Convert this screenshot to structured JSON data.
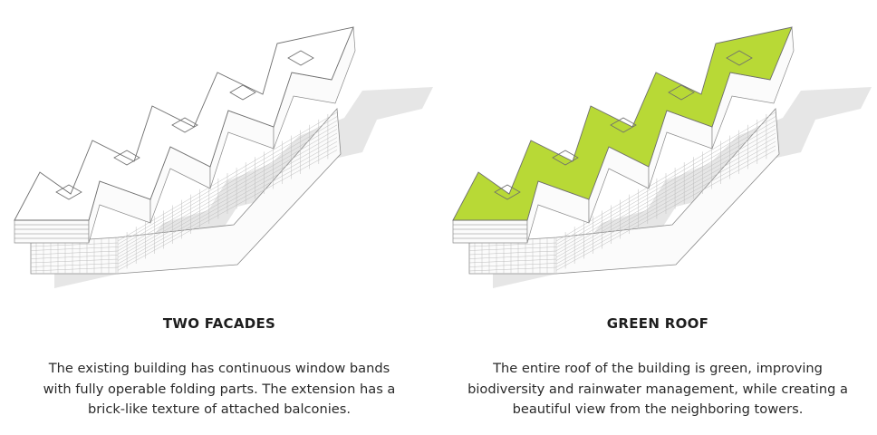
{
  "panels": [
    {
      "title": "TWO FACADES",
      "description": [
        "The existing building has continuous window bands",
        "with fully operable folding parts. The extension has a",
        "brick-like texture of attached balconies."
      ],
      "roof_color": "#ffffff"
    },
    {
      "title": "GREEN ROOF",
      "description": [
        "The entire roof of the building is green, improving",
        "biodiversity and rainwater management, while creating a",
        "beautiful view from the neighboring towers."
      ],
      "roof_color": "#b8d936"
    }
  ],
  "colors": {
    "shadow": "#e6e6e6",
    "line": "#8a8a8a",
    "wall": "#fbfbfb"
  }
}
